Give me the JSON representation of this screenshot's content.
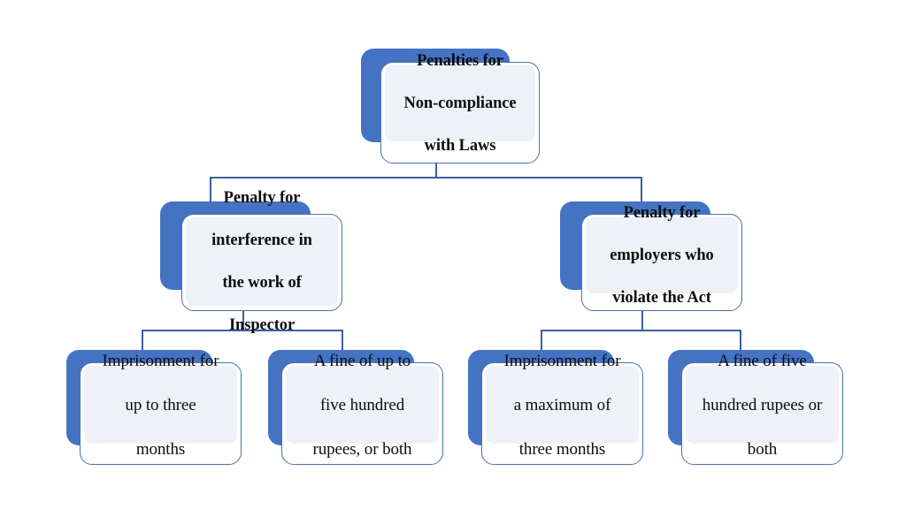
{
  "diagram": {
    "type": "organizational-tree",
    "title": "Penalties for Non-compliance with Laws",
    "colors": {
      "shadow_blue": "#4573c4",
      "border_blue": "#4a70b0",
      "connector_blue": "#3b5f9e",
      "card_fill": "#ffffff",
      "inner_fill": "#eef1f8",
      "text": "#0d0d0d",
      "background": "#ffffff"
    },
    "root": {
      "label": "Penalties for Non-compliance with Laws",
      "lines": [
        "Penalties for",
        "Non-compliance",
        "with Laws"
      ]
    },
    "branches": [
      {
        "label": "Penalty for interference in the work of Inspector",
        "lines": [
          "Penalty for",
          "interference in",
          "the work of",
          "Inspector"
        ],
        "children": [
          {
            "label": "Imprisonment for up to three months",
            "lines": [
              "Imprisonment for",
              "up to three",
              "months"
            ]
          },
          {
            "label": "A fine of up to five hundred rupees, or both",
            "lines": [
              "A fine of up to",
              "five hundred",
              "rupees, or both"
            ]
          }
        ]
      },
      {
        "label": "Penalty for employers who violate the Act",
        "lines": [
          "Penalty for",
          "employers who",
          "violate the Act"
        ],
        "children": [
          {
            "label": "Imprisonment for a maximum of three months",
            "lines": [
              "Imprisonment for",
              "a maximum of",
              "three months"
            ]
          },
          {
            "label": "A fine of five hundred rupees or both",
            "lines": [
              "A fine of five",
              "hundred rupees or",
              "both"
            ]
          }
        ]
      }
    ]
  }
}
